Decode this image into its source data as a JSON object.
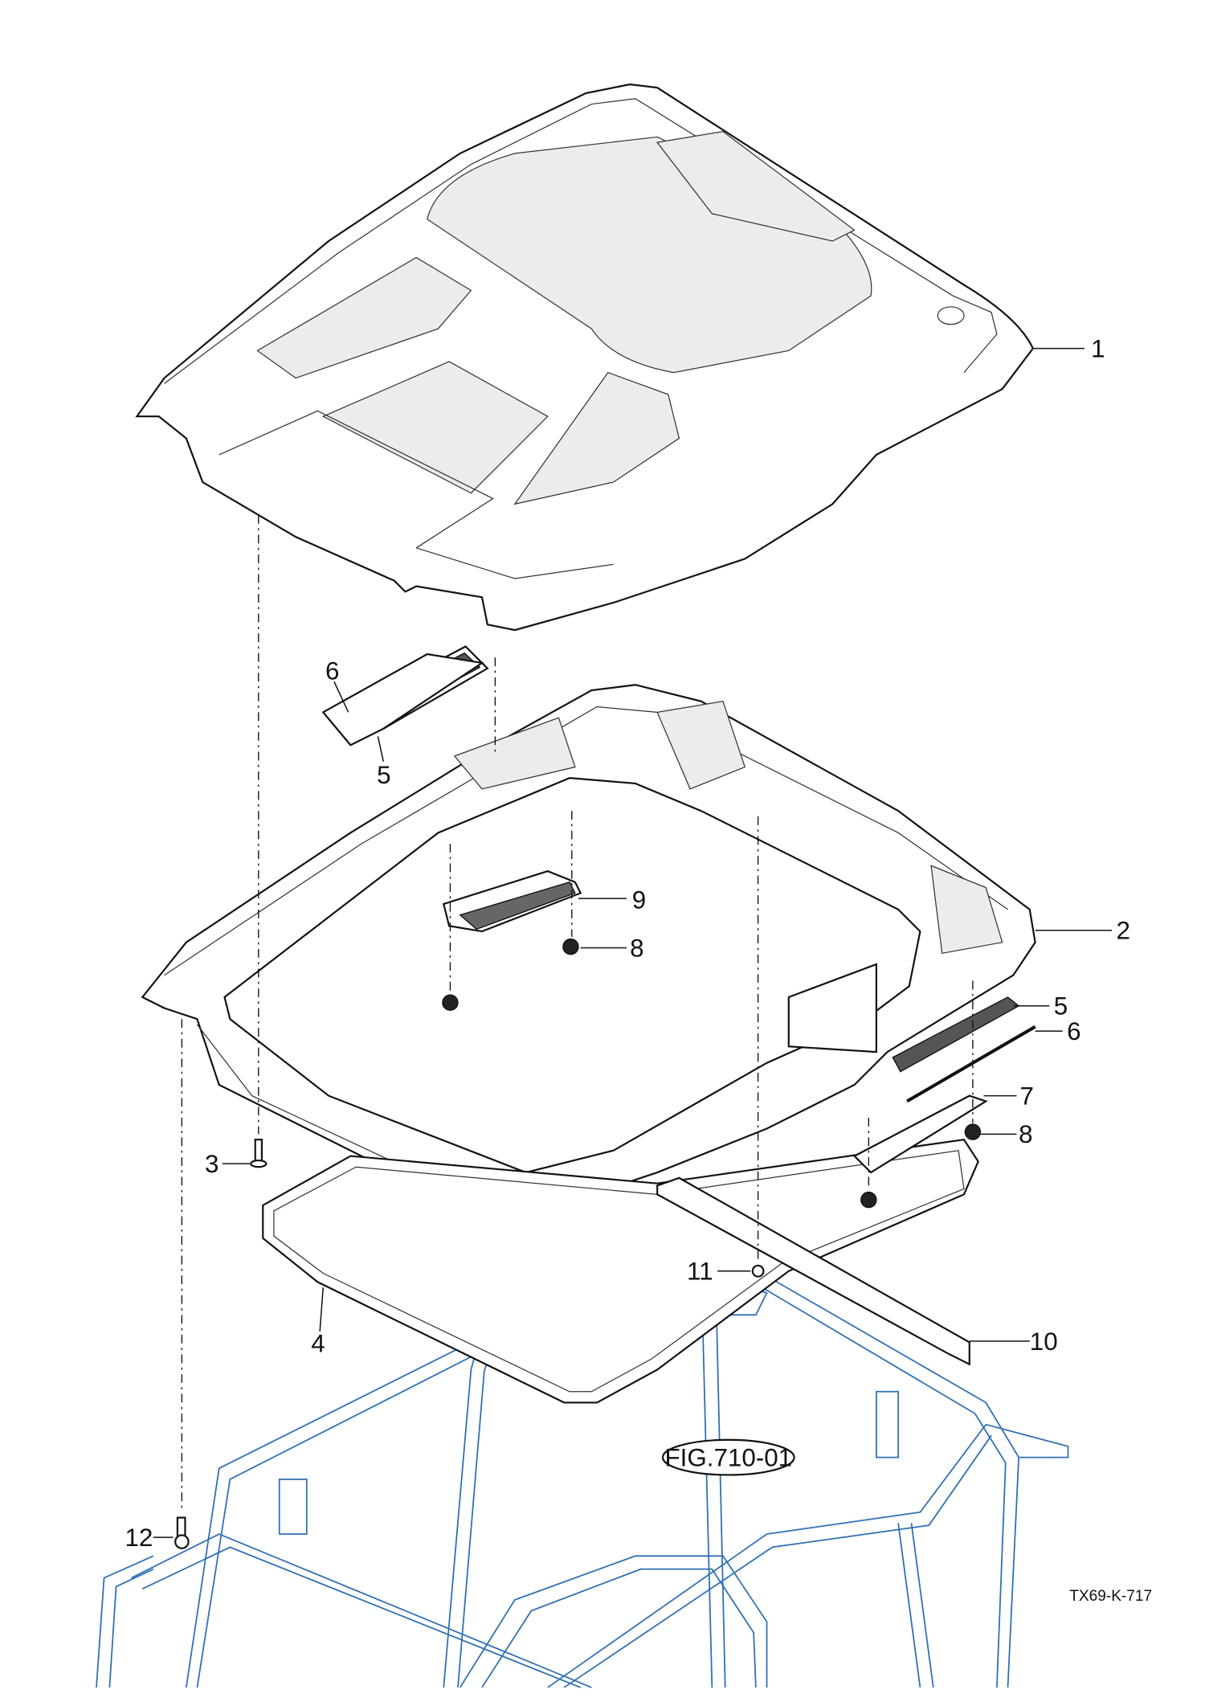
{
  "diagram": {
    "figure_ref": "FIG.710-01",
    "drawing_code": "TX69-K-717",
    "callouts": [
      {
        "id": "c1",
        "number": "1"
      },
      {
        "id": "c2",
        "number": "2"
      },
      {
        "id": "c3",
        "number": "3"
      },
      {
        "id": "c4",
        "number": "4"
      },
      {
        "id": "c5a",
        "number": "5"
      },
      {
        "id": "c5b",
        "number": "5"
      },
      {
        "id": "c6a",
        "number": "6"
      },
      {
        "id": "c6b",
        "number": "6"
      },
      {
        "id": "c7",
        "number": "7"
      },
      {
        "id": "c8a",
        "number": "8"
      },
      {
        "id": "c8b",
        "number": "8"
      },
      {
        "id": "c9",
        "number": "9"
      },
      {
        "id": "c10",
        "number": "10"
      },
      {
        "id": "c11",
        "number": "11"
      },
      {
        "id": "c12",
        "number": "12"
      }
    ],
    "colors": {
      "line": "#111111",
      "frame": "#2f6fb3"
    }
  }
}
